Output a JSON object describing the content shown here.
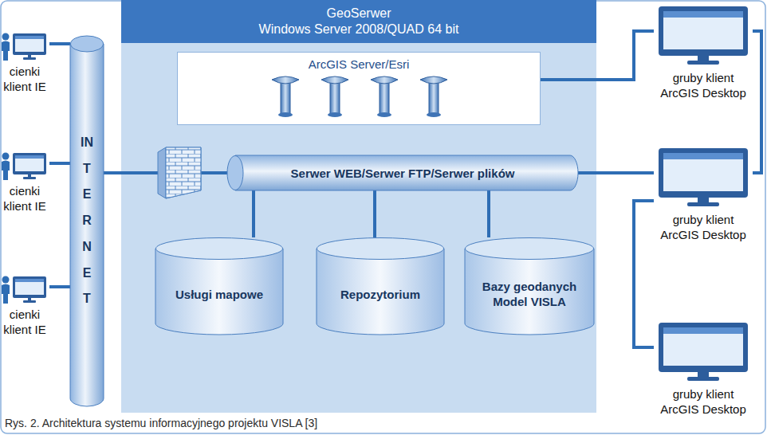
{
  "diagram": {
    "caption": "Rys. 2. Architektura systemu informacyjnego projektu VISLA [3]",
    "nodes": [
      {
        "text": [
          "GeoSerwer",
          "Windows Server 2008/QUAD 64 bit"
        ]
      },
      {
        "text": [
          "ArcGIS Server/Esri"
        ],
        "in": 0
      },
      {
        "text": [
          "Serwer WEB/Serwer FTP/Serwer plików"
        ],
        "in": 0
      },
      {
        "text": [
          "Usługi mapowe"
        ],
        "in": 0
      },
      {
        "text": [
          "Repozytorium"
        ],
        "in": 0
      },
      {
        "text": [
          "Bazy geodanych Model VISLA"
        ],
        "in": 0
      },
      {
        "text": [
          "INTERNET"
        ]
      },
      {
        "text": [
          "cienki klient IE"
        ]
      },
      {
        "text": [
          "cienki klient IE"
        ]
      },
      {
        "text": [
          "cienki klient IE"
        ]
      },
      {
        "text": [
          "gruby klient ArcGIS Desktop"
        ]
      },
      {
        "text": [
          "gruby klient ArcGIS Desktop"
        ]
      },
      {
        "text": [
          "gruby klient ArcGIS Desktop"
        ]
      }
    ],
    "edges": [
      {
        "from": 7,
        "to": 6,
        "arrow": "none"
      },
      {
        "from": 8,
        "to": 6,
        "arrow": "none"
      },
      {
        "from": 9,
        "to": 6,
        "arrow": "none"
      },
      {
        "from": 6,
        "to": 2,
        "arrow": "none"
      },
      {
        "from": 2,
        "to": 3,
        "arrow": "none"
      },
      {
        "from": 2,
        "to": 4,
        "arrow": "none"
      },
      {
        "from": 2,
        "to": 5,
        "arrow": "none"
      },
      {
        "from": 1,
        "to": 10,
        "arrow": "none"
      },
      {
        "from": 2,
        "to": 11,
        "arrow": "none"
      },
      {
        "from": 10,
        "to": 11,
        "arrow": "none"
      },
      {
        "from": 11,
        "to": 12,
        "arrow": "none"
      }
    ]
  }
}
